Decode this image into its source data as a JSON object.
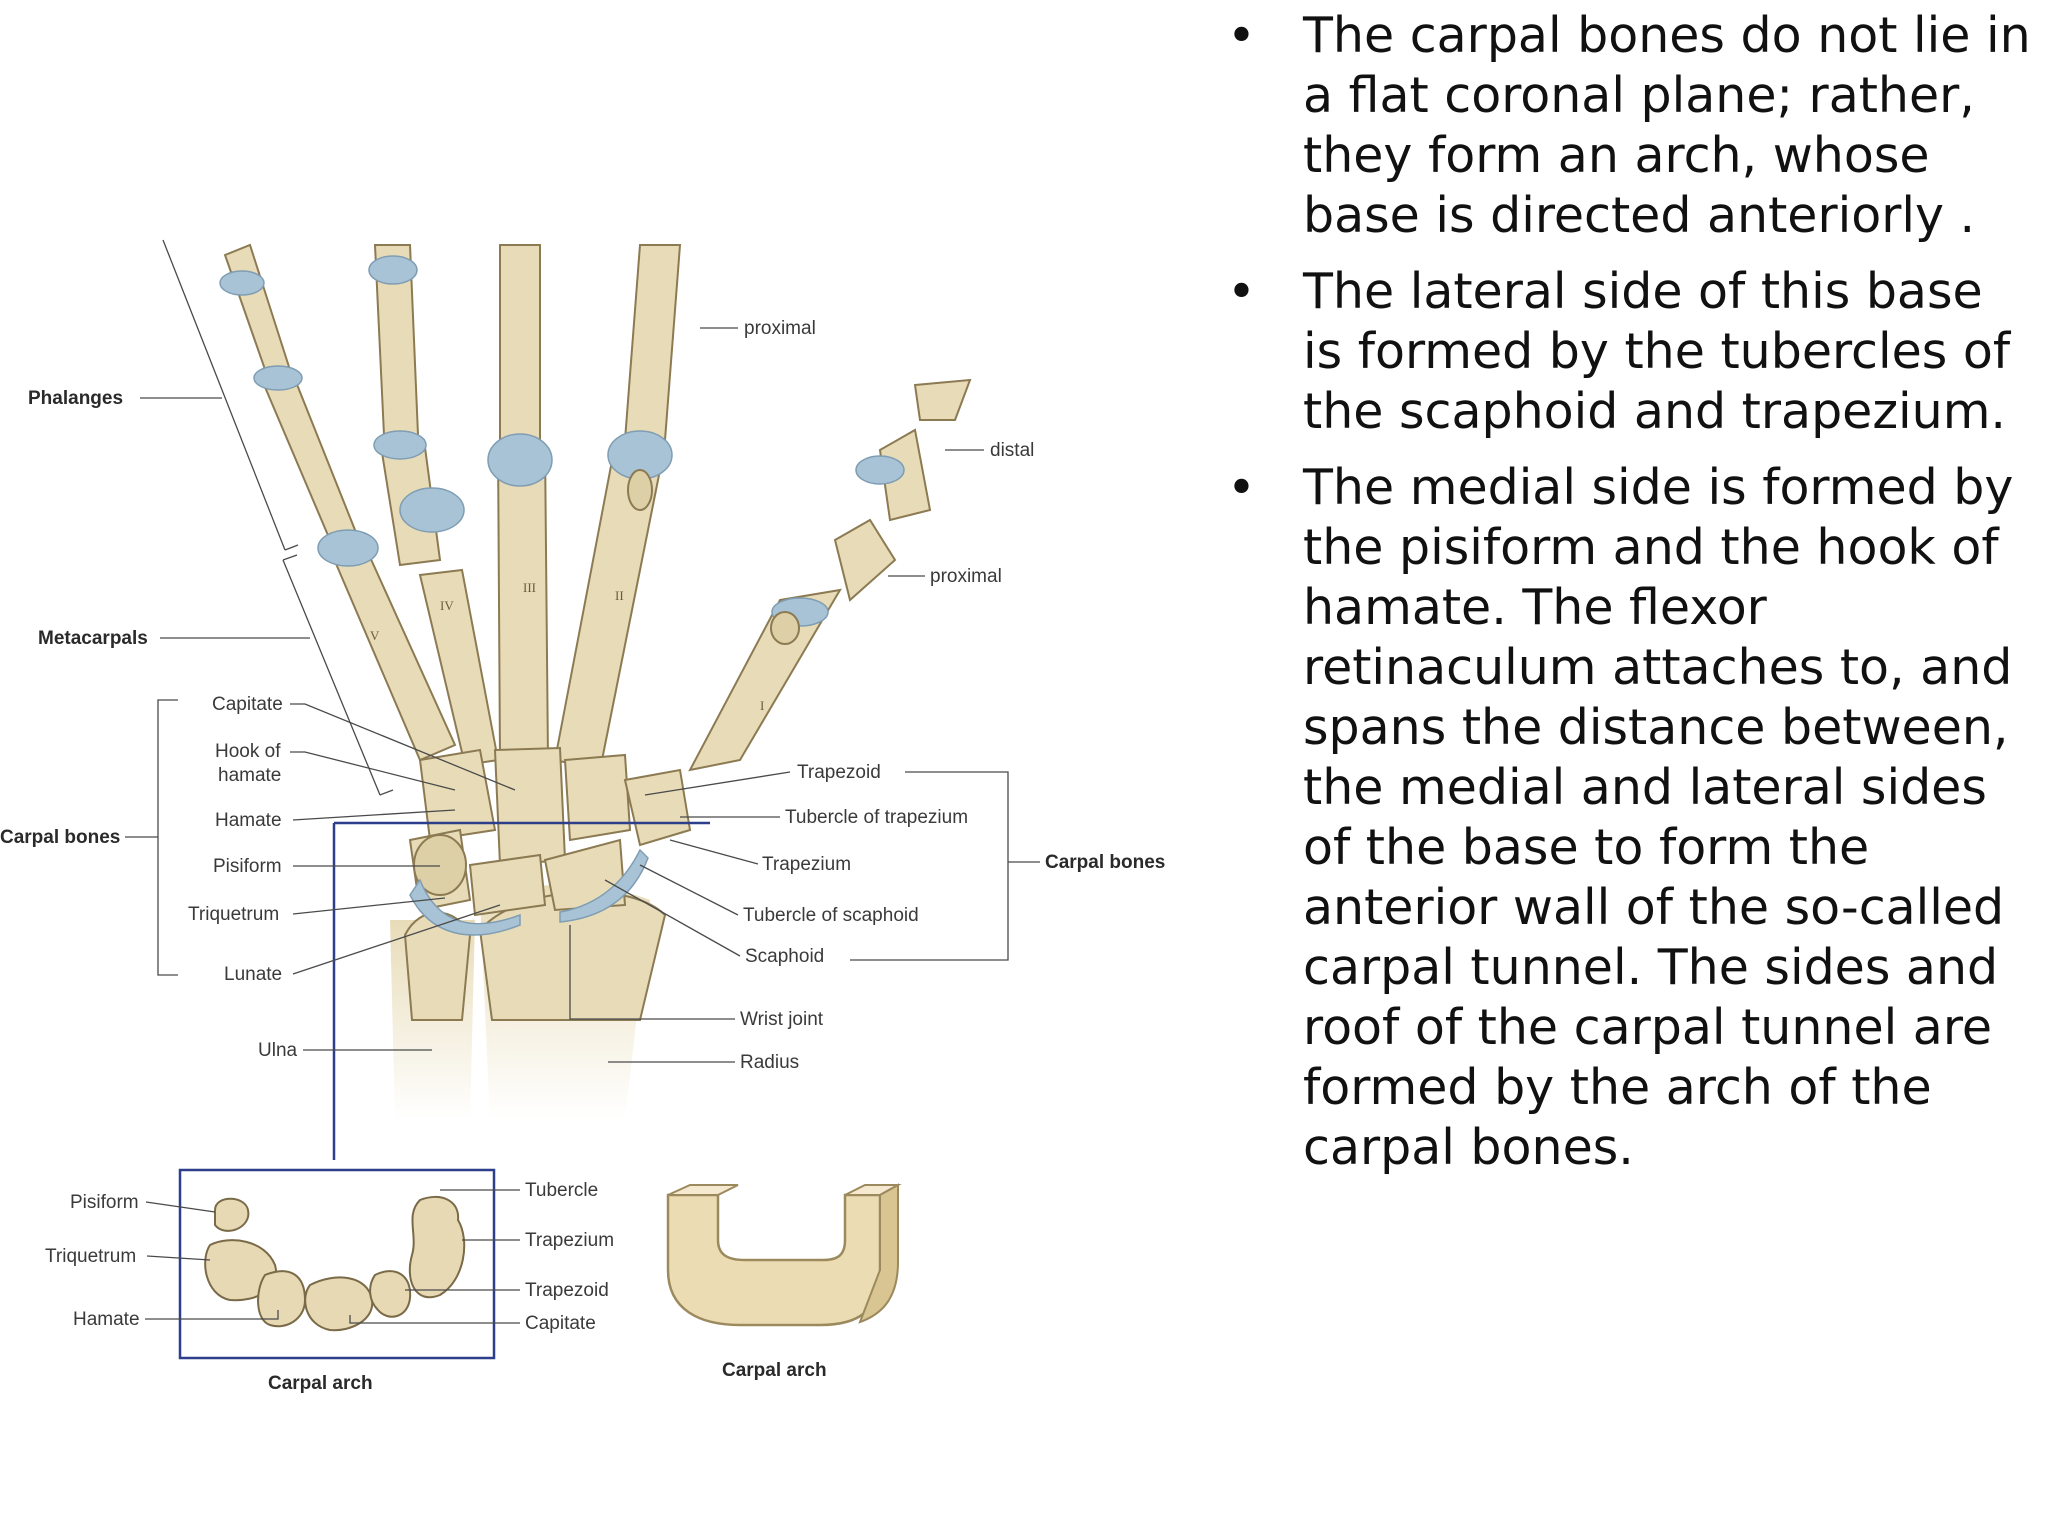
{
  "bullets": [
    "The carpal bones do not lie in a flat coronal plane; rather, they form an arch, whose base is directed anteriorly .",
    "The lateral side of this base is formed by the tubercles of the scaphoid and trapezium.",
    "The medial side is formed by the pisiform and the hook of hamate. The flexor retinaculum attaches to, and spans the distance between, the medial and lateral sides of the base to form the anterior wall of the so-called carpal tunnel. The sides and roof of the carpal tunnel are formed by the arch of the carpal bones."
  ],
  "bullet_glyph": "•",
  "diagram": {
    "left_labels": {
      "phalanges": "Phalanges",
      "metacarpals": "Metacarpals",
      "capitate": "Capitate",
      "hook_of": "Hook of",
      "hamate_word": "hamate",
      "hamate": "Hamate",
      "carpal_bones": "Carpal bones",
      "pisiform": "Pisiform",
      "triquetrum": "Triquetrum",
      "lunate": "Lunate",
      "ulna": "Ulna"
    },
    "right_labels": {
      "proximal_top": "proximal",
      "distal": "distal",
      "proximal_thumb": "proximal",
      "trapezoid": "Trapezoid",
      "tubercle_of_trapezium": "Tubercle of trapezium",
      "trapezium": "Trapezium",
      "carpal_bones": "Carpal bones",
      "tubercle_of_scaphoid": "Tubercle of scaphoid",
      "scaphoid": "Scaphoid",
      "wrist_joint": "Wrist joint",
      "radius": "Radius"
    },
    "metacarpal_numerals": [
      "V",
      "IV",
      "III",
      "II",
      "I"
    ],
    "inset": {
      "pisiform": "Pisiform",
      "triquetrum": "Triquetrum",
      "hamate": "Hamate",
      "tubercle": "Tubercle",
      "trapezium": "Trapezium",
      "trapezoid": "Trapezoid",
      "capitate": "Capitate",
      "caption": "Carpal arch"
    },
    "model_caption": "Carpal arch",
    "colors": {
      "bone": "#e8dcb8",
      "cartilage": "#a9c3d6",
      "section_line": "#2d3f8a"
    }
  }
}
